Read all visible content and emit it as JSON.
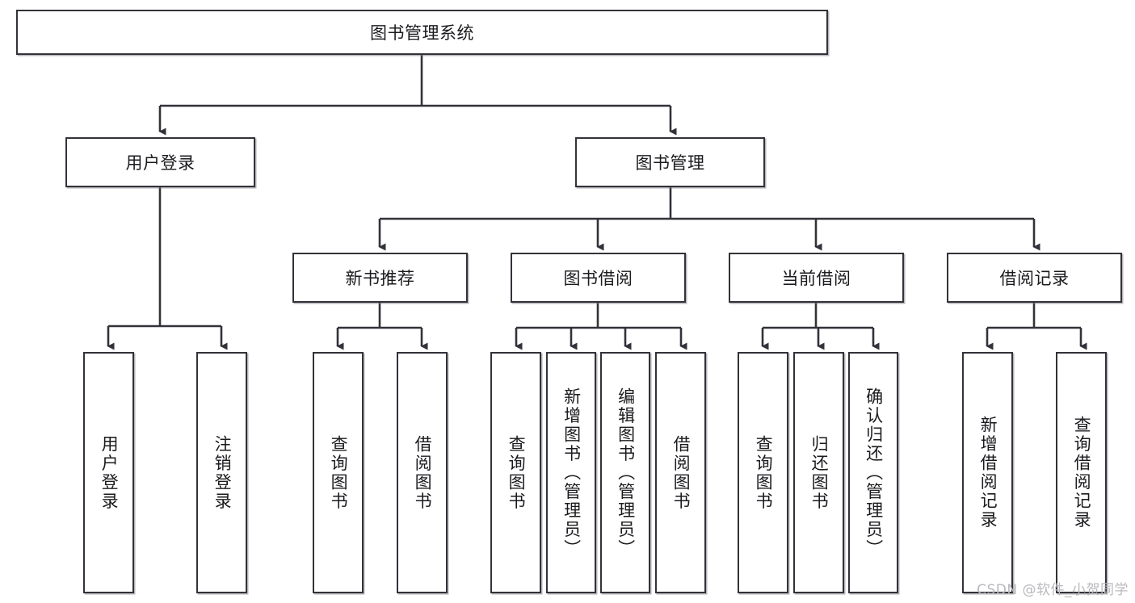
{
  "diagram": {
    "type": "hierarchy-tree",
    "title": "图书管理系统",
    "watermark": "CSDN @软件_小贺同学",
    "colors": {
      "box_border": "#32323a",
      "box_fill": "#ffffff",
      "connector": "#32323a",
      "watermark": "#b9b9bd",
      "text": "#1b1b1f"
    },
    "nodes": {
      "root": {
        "label": "图书管理系统"
      },
      "level2": [
        {
          "label": "用户登录"
        },
        {
          "label": "图书管理"
        }
      ],
      "level3": [
        {
          "label": "新书推荐"
        },
        {
          "label": "图书借阅"
        },
        {
          "label": "当前借阅"
        },
        {
          "label": "借阅记录"
        }
      ],
      "leaves_user_login": [
        {
          "label": "用户登录"
        },
        {
          "label": "注销登录"
        }
      ],
      "leaves_new_book": [
        {
          "label": "查询图书"
        },
        {
          "label": "借阅图书"
        }
      ],
      "leaves_borrow": [
        {
          "label": "查询图书"
        },
        {
          "label": "新增图书（管理员）"
        },
        {
          "label": "编辑图书（管理员）"
        },
        {
          "label": "借阅图书"
        }
      ],
      "leaves_current": [
        {
          "label": "查询图书"
        },
        {
          "label": "归还图书"
        },
        {
          "label": "确认归还（管理员）"
        }
      ],
      "leaves_records": [
        {
          "label": "新增借阅记录"
        },
        {
          "label": "查询借阅记录"
        }
      ]
    }
  }
}
